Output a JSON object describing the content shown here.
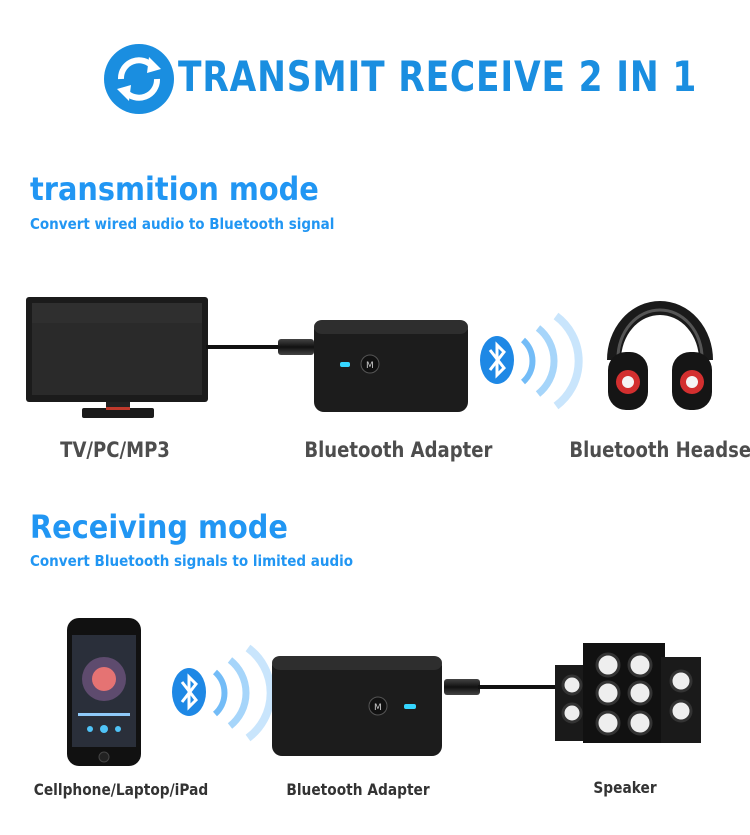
{
  "header": {
    "title": "TRANSMIT RECEIVE 2 IN 1",
    "icon": "sync-arrows-icon"
  },
  "transmission": {
    "title": "transmition mode",
    "subtitle": "Convert wired audio to Bluetooth signal",
    "labels": {
      "source": "TV/PC/MP3",
      "adapter": "Bluetooth Adapter",
      "target": "Bluetooth Headset"
    }
  },
  "receiving": {
    "title": "Receiving mode",
    "subtitle": "Convert Bluetooth signals to limited audio",
    "labels": {
      "source": "Cellphone/Laptop/iPad",
      "adapter": "Bluetooth Adapter",
      "target": "Speaker"
    }
  },
  "adapter_button_letter": "M",
  "colors": {
    "accent": "#2196f3",
    "title_blue": "#1a8ee0",
    "caption_gray": "#4d4d4d",
    "led": "#35d6ff"
  }
}
